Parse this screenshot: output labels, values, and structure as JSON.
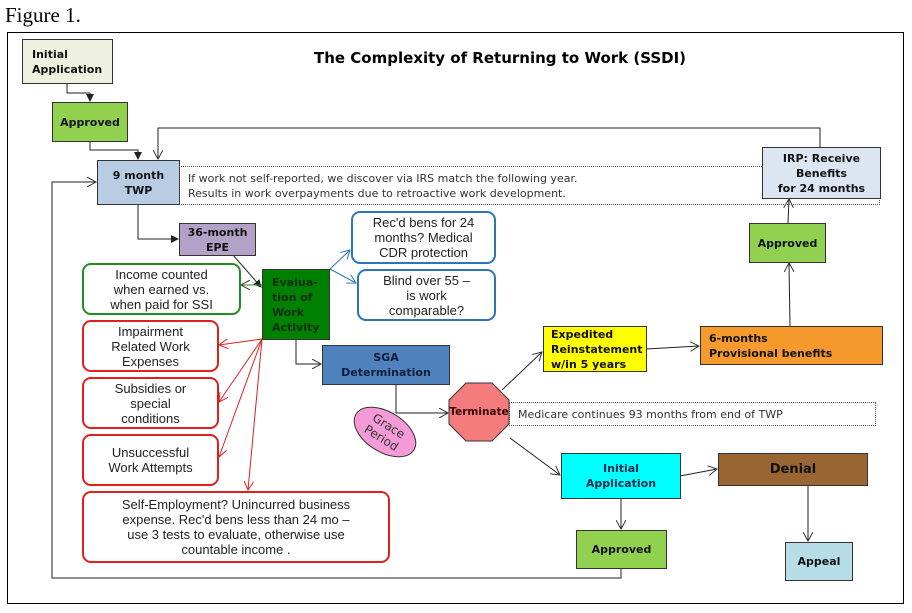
{
  "figure_label": "Figure 1.",
  "title": "The Complexity of Returning to Work (SSDI)",
  "colors": {
    "approved": "#92d050",
    "twp": "#b8cce4",
    "epe": "#b3a2c7",
    "evaluation": "#008000",
    "sga": "#4f81bd",
    "terminate": "#f47c7c",
    "grace": "#f49ad6",
    "expedited": "#ffff00",
    "provisional": "#f79a2e",
    "irp": "#dce6f2",
    "initial_cyan": "#00ffff",
    "denial": "#996633",
    "appeal": "#b7dde8",
    "red_border": "#e0201e",
    "blue_border": "#2e75b6",
    "green_border": "#228b22"
  },
  "nodes": {
    "initial_application_top": "Initial\nApplication",
    "approved_top": "Approved",
    "twp": "9 month\nTWP",
    "twp_note": "If work not self-reported, we  discover via IRS match the following year.\nResults in work overpayments due to retroactive work development.",
    "epe": "36-month\nEPE",
    "evaluation": "Evalua-\ntion of\nWork\nActivity",
    "income_counted": "Income counted\nwhen earned vs.\nwhen paid for SSI",
    "recd_bens": "Rec'd bens for 24\nmonths? Medical\nCDR protection",
    "blind": "Blind over 55 –\nis work\ncomparable?",
    "impairment": "Impairment\nRelated Work\nExpenses",
    "subsidies": "Subsidies or\nspecial\nconditions",
    "unsuccessful": "Unsuccessful\nWork Attempts",
    "self_employment": "Self-Employment?  Unincurred business\nexpense.  Rec'd  bens less than 24 mo –\nuse 3 tests  to evaluate, otherwise use\ncountable income .",
    "sga": "SGA\nDetermination",
    "grace_period": "Grace\nPeriod",
    "terminate": "Terminate",
    "medicare_note": "Medicare continues 93 months from end of TWP",
    "expedited": "Expedited\nReinstatement\nw/in 5 years",
    "provisional": "6-months\nProvisional benefits",
    "approved_right": "Approved",
    "irp": "IRP: Receive\nBenefits\nfor 24 months",
    "initial_application_bottom": "Initial\nApplication",
    "denial": "Denial",
    "approved_bottom": "Approved",
    "appeal": "Appeal"
  }
}
